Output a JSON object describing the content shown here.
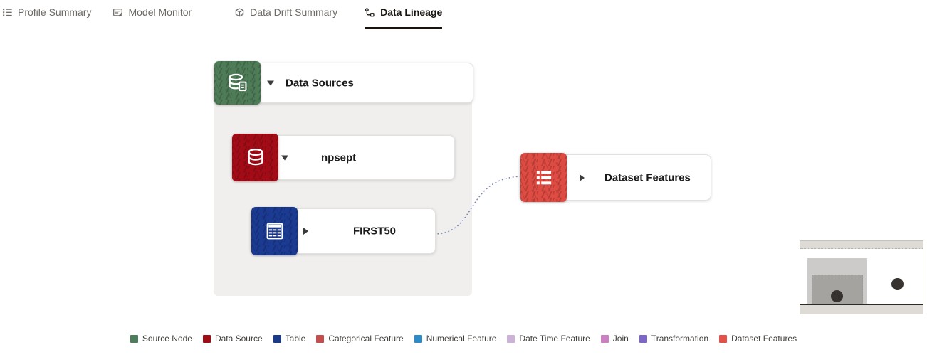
{
  "tabs": {
    "items": [
      {
        "label": "Profile Summary",
        "active": false
      },
      {
        "label": "Model Monitor",
        "active": false
      },
      {
        "label": "Data Drift Summary",
        "active": false
      },
      {
        "label": "Data Lineage",
        "active": true
      }
    ]
  },
  "diagram": {
    "nodes": [
      {
        "id": "data-sources",
        "label": "Data Sources",
        "type": "source-node",
        "tile_color": "#4e7c57",
        "caret": "down"
      },
      {
        "id": "npsept",
        "label": "npsept",
        "type": "data-source",
        "tile_color": "#a30c16",
        "caret": "down"
      },
      {
        "id": "first50",
        "label": "FIRST50",
        "type": "table",
        "tile_color": "#1b3b93",
        "caret": "right"
      },
      {
        "id": "dataset-features",
        "label": "Dataset Features",
        "type": "dataset-features",
        "tile_color": "#dd4b42",
        "caret": "right"
      }
    ],
    "edges": [
      {
        "from": "first50",
        "to": "dataset-features",
        "style": "dotted"
      }
    ]
  },
  "legend": {
    "items": [
      {
        "label": "Source Node",
        "color": "#4d7d5a"
      },
      {
        "label": "Data Source",
        "color": "#9d0d15"
      },
      {
        "label": "Table",
        "color": "#1c3a85"
      },
      {
        "label": "Categorical Feature",
        "color": "#c14f4d"
      },
      {
        "label": "Numerical Feature",
        "color": "#2e8bc5"
      },
      {
        "label": "Date Time Feature",
        "color": "#cdb2d8"
      },
      {
        "label": "Join",
        "color": "#ca80c1"
      },
      {
        "label": "Transformation",
        "color": "#7e66c4"
      },
      {
        "label": "Dataset Features",
        "color": "#e2524a"
      }
    ]
  },
  "colors": {
    "active_tab": "#18130f",
    "inactive_tab": "#6d6965",
    "container_bg": "#f0efed",
    "edge_dot": "#7b86b8"
  }
}
